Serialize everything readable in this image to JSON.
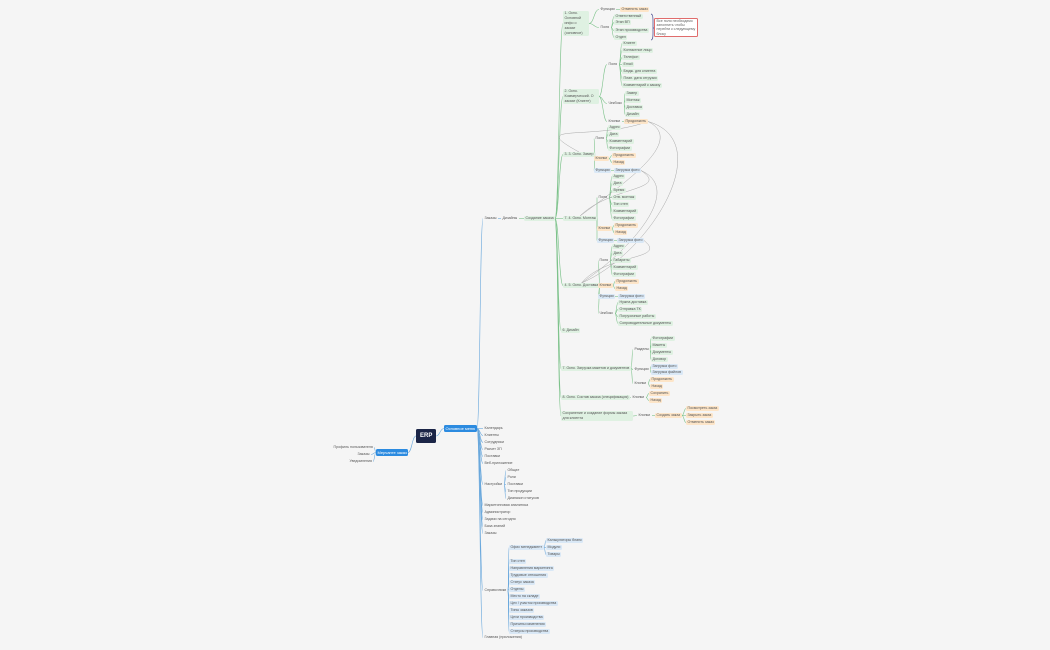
{
  "nodes": [
    {
      "id": "erp",
      "text": "ERP"
    },
    {
      "id": "L1",
      "text": "Мерчанте заказ"
    },
    {
      "id": "L2",
      "text": "Профиль пользователя"
    },
    {
      "id": "L3",
      "text": "Заказы"
    },
    {
      "id": "L4",
      "text": "Уведомления"
    },
    {
      "id": "M",
      "text": "Основное меню"
    },
    {
      "id": "R1",
      "text": "Заказы"
    },
    {
      "id": "R2",
      "text": "Дизайны"
    },
    {
      "id": "R3",
      "text": "Создание заказа"
    },
    {
      "id": "S1",
      "text": "1. Окно. Основной инфо о заказе (основное)"
    },
    {
      "id": "S1a",
      "text": "Функции"
    },
    {
      "id": "S1a1",
      "text": "Отменить заказ"
    },
    {
      "id": "S1b",
      "text": "Поля"
    },
    {
      "id": "S1b1",
      "text": "Ответственный"
    },
    {
      "id": "S1b2",
      "text": "Этап ВП"
    },
    {
      "id": "S1b3",
      "text": "Этап производства"
    },
    {
      "id": "S1b4",
      "text": "Отдел"
    },
    {
      "id": "N1",
      "text": "Все поля необходимо заполнить чтобы перейти к следующему блоку"
    },
    {
      "id": "S2",
      "text": "2. Окно. Коммерческий. О заказе (Клиент)"
    },
    {
      "id": "S2a",
      "text": "Поля"
    },
    {
      "id": "S2a1",
      "text": "Клиент"
    },
    {
      "id": "S2a2",
      "text": "Контактное лицо"
    },
    {
      "id": "S2a3",
      "text": "Телефон"
    },
    {
      "id": "S2a4",
      "text": "Email"
    },
    {
      "id": "S2a5",
      "text": "Бюдж. для клиента"
    },
    {
      "id": "S2a6",
      "text": "План. дата отгрузки"
    },
    {
      "id": "S2a7",
      "text": "Комментарий к заказу"
    },
    {
      "id": "S2b",
      "text": "Чекбокс"
    },
    {
      "id": "S2b1",
      "text": "Замер"
    },
    {
      "id": "S2b2",
      "text": "Монтаж"
    },
    {
      "id": "S2b3",
      "text": "Доставка"
    },
    {
      "id": "S2b4",
      "text": "Дизайн"
    },
    {
      "id": "S2c",
      "text": "Кнопки"
    },
    {
      "id": "S2c1",
      "text": "Продолжить"
    },
    {
      "id": "S3",
      "text": "3. 3. Окно. Замер"
    },
    {
      "id": "S3a",
      "text": "Поля"
    },
    {
      "id": "S3a1",
      "text": "Адрес"
    },
    {
      "id": "S3a2",
      "text": "Дата"
    },
    {
      "id": "S3a3",
      "text": "Комментарий"
    },
    {
      "id": "S3a4",
      "text": "Фотографии"
    },
    {
      "id": "S3b",
      "text": "Кнопки"
    },
    {
      "id": "S3b1",
      "text": "Продолжить"
    },
    {
      "id": "S3b2",
      "text": "Назад"
    },
    {
      "id": "S3c",
      "text": "Функции"
    },
    {
      "id": "S3c1",
      "text": "Загрузка фото"
    },
    {
      "id": "S4",
      "text": "7. 4. Окно. Монтаж"
    },
    {
      "id": "S4a",
      "text": "Поля"
    },
    {
      "id": "S4a1",
      "text": "Адрес"
    },
    {
      "id": "S4a2",
      "text": "Дата"
    },
    {
      "id": "S4a3",
      "text": "Время"
    },
    {
      "id": "S4a4",
      "text": "Отв. монтаж"
    },
    {
      "id": "S4a5",
      "text": "Тип стен"
    },
    {
      "id": "S4a6",
      "text": "Комментарий"
    },
    {
      "id": "S4a7",
      "text": "Фотографии"
    },
    {
      "id": "S4b",
      "text": "Кнопки"
    },
    {
      "id": "S4b1",
      "text": "Продолжить"
    },
    {
      "id": "S4b2",
      "text": "Назад"
    },
    {
      "id": "S4c",
      "text": "Функции"
    },
    {
      "id": "S4c1",
      "text": "Загрузка фото"
    },
    {
      "id": "S5",
      "text": "4. 5. Окно. Доставка"
    },
    {
      "id": "S5a",
      "text": "Поля"
    },
    {
      "id": "S5a1",
      "text": "Адрес"
    },
    {
      "id": "S5a2",
      "text": "Дата"
    },
    {
      "id": "S5a3",
      "text": "Габариты"
    },
    {
      "id": "S5a4",
      "text": "Комментарий"
    },
    {
      "id": "S5a5",
      "text": "Фотографии"
    },
    {
      "id": "S5b",
      "text": "Кнопки"
    },
    {
      "id": "S5b1",
      "text": "Продолжить"
    },
    {
      "id": "S5b2",
      "text": "Назад"
    },
    {
      "id": "S5c",
      "text": "Функции"
    },
    {
      "id": "S5c1",
      "text": "Загрузка фото"
    },
    {
      "id": "S5d",
      "text": "Чекбокс"
    },
    {
      "id": "S5d1",
      "text": "Нужна доставка"
    },
    {
      "id": "S5d2",
      "text": "Отправка ТК"
    },
    {
      "id": "S5d3",
      "text": "Погрузочные работы"
    },
    {
      "id": "S5d4",
      "text": "Сопроводительные документы"
    },
    {
      "id": "S6",
      "text": "6. Дизайн"
    },
    {
      "id": "S7",
      "text": "7. Окно. Загрузка макетов и документов"
    },
    {
      "id": "S7a",
      "text": "Разделы"
    },
    {
      "id": "S7a1",
      "text": "Фотографии"
    },
    {
      "id": "S7a2",
      "text": "Макеты"
    },
    {
      "id": "S7a3",
      "text": "Документы"
    },
    {
      "id": "S7a4",
      "text": "Договор"
    },
    {
      "id": "S7b",
      "text": "Функции"
    },
    {
      "id": "S7b1",
      "text": "Загрузка фото"
    },
    {
      "id": "S7b2",
      "text": "Загрузка файлов"
    },
    {
      "id": "S7c",
      "text": "Кнопки"
    },
    {
      "id": "S7c1",
      "text": "Продолжить"
    },
    {
      "id": "S7c2",
      "text": "Назад"
    },
    {
      "id": "S8",
      "text": "8. Окно. Состав заказа (спецификация)"
    },
    {
      "id": "S8a",
      "text": "Кнопки"
    },
    {
      "id": "S8a1",
      "text": "Сохранить"
    },
    {
      "id": "S8a2",
      "text": "Назад"
    },
    {
      "id": "S9",
      "text": "Сохранение и создание формы заказа для клиента"
    },
    {
      "id": "S9a",
      "text": "Кнопки"
    },
    {
      "id": "S9a1",
      "text": "Создать заказ"
    },
    {
      "id": "S9a2",
      "text": "Посмотреть заказ"
    },
    {
      "id": "S9a3",
      "text": "Закрыть заказ"
    },
    {
      "id": "S9a4",
      "text": "Отменить заказ"
    },
    {
      "id": "K1",
      "text": "Календарь"
    },
    {
      "id": "K2",
      "text": "Клиенты"
    },
    {
      "id": "K3",
      "text": "Сотрудники"
    },
    {
      "id": "K4",
      "text": "Расчет ЗП"
    },
    {
      "id": "K5",
      "text": "Поставки"
    },
    {
      "id": "K6",
      "text": "Веб-приложение"
    },
    {
      "id": "K7",
      "text": "Настройки"
    },
    {
      "id": "K7a",
      "text": "Общие"
    },
    {
      "id": "K7b",
      "text": "Роли"
    },
    {
      "id": "K7c",
      "text": "Поставки"
    },
    {
      "id": "K7d",
      "text": "Тип продукции"
    },
    {
      "id": "K7e",
      "text": "Диапазон статусов"
    },
    {
      "id": "K8",
      "text": "Маркетинговая аналитика"
    },
    {
      "id": "K9",
      "text": "Администратор"
    },
    {
      "id": "K10",
      "text": "Задачи на сегодня"
    },
    {
      "id": "K11",
      "text": "База знаний"
    },
    {
      "id": "K12",
      "text": "Заказы"
    },
    {
      "id": "P",
      "text": "Справочники"
    },
    {
      "id": "P1",
      "text": "Офис менеджмент"
    },
    {
      "id": "P1a",
      "text": "Калькуляторы бланк"
    },
    {
      "id": "P1b",
      "text": "Модули"
    },
    {
      "id": "P1c",
      "text": "Товары"
    },
    {
      "id": "P2",
      "text": "Тип стен"
    },
    {
      "id": "P3",
      "text": "Направления маркетинга"
    },
    {
      "id": "P4",
      "text": "Трудовые отношения"
    },
    {
      "id": "P5",
      "text": "Статус заказа"
    },
    {
      "id": "P6",
      "text": "Отделы"
    },
    {
      "id": "P7",
      "text": "Место на складе"
    },
    {
      "id": "P8",
      "text": "Цех / участок производства"
    },
    {
      "id": "P9",
      "text": "Типы заказов"
    },
    {
      "id": "P10",
      "text": "Цехи производства"
    },
    {
      "id": "P11",
      "text": "Причины изменения"
    },
    {
      "id": "P12",
      "text": "Статусы производства"
    },
    {
      "id": "Z",
      "text": "Главная (приложения)"
    }
  ]
}
